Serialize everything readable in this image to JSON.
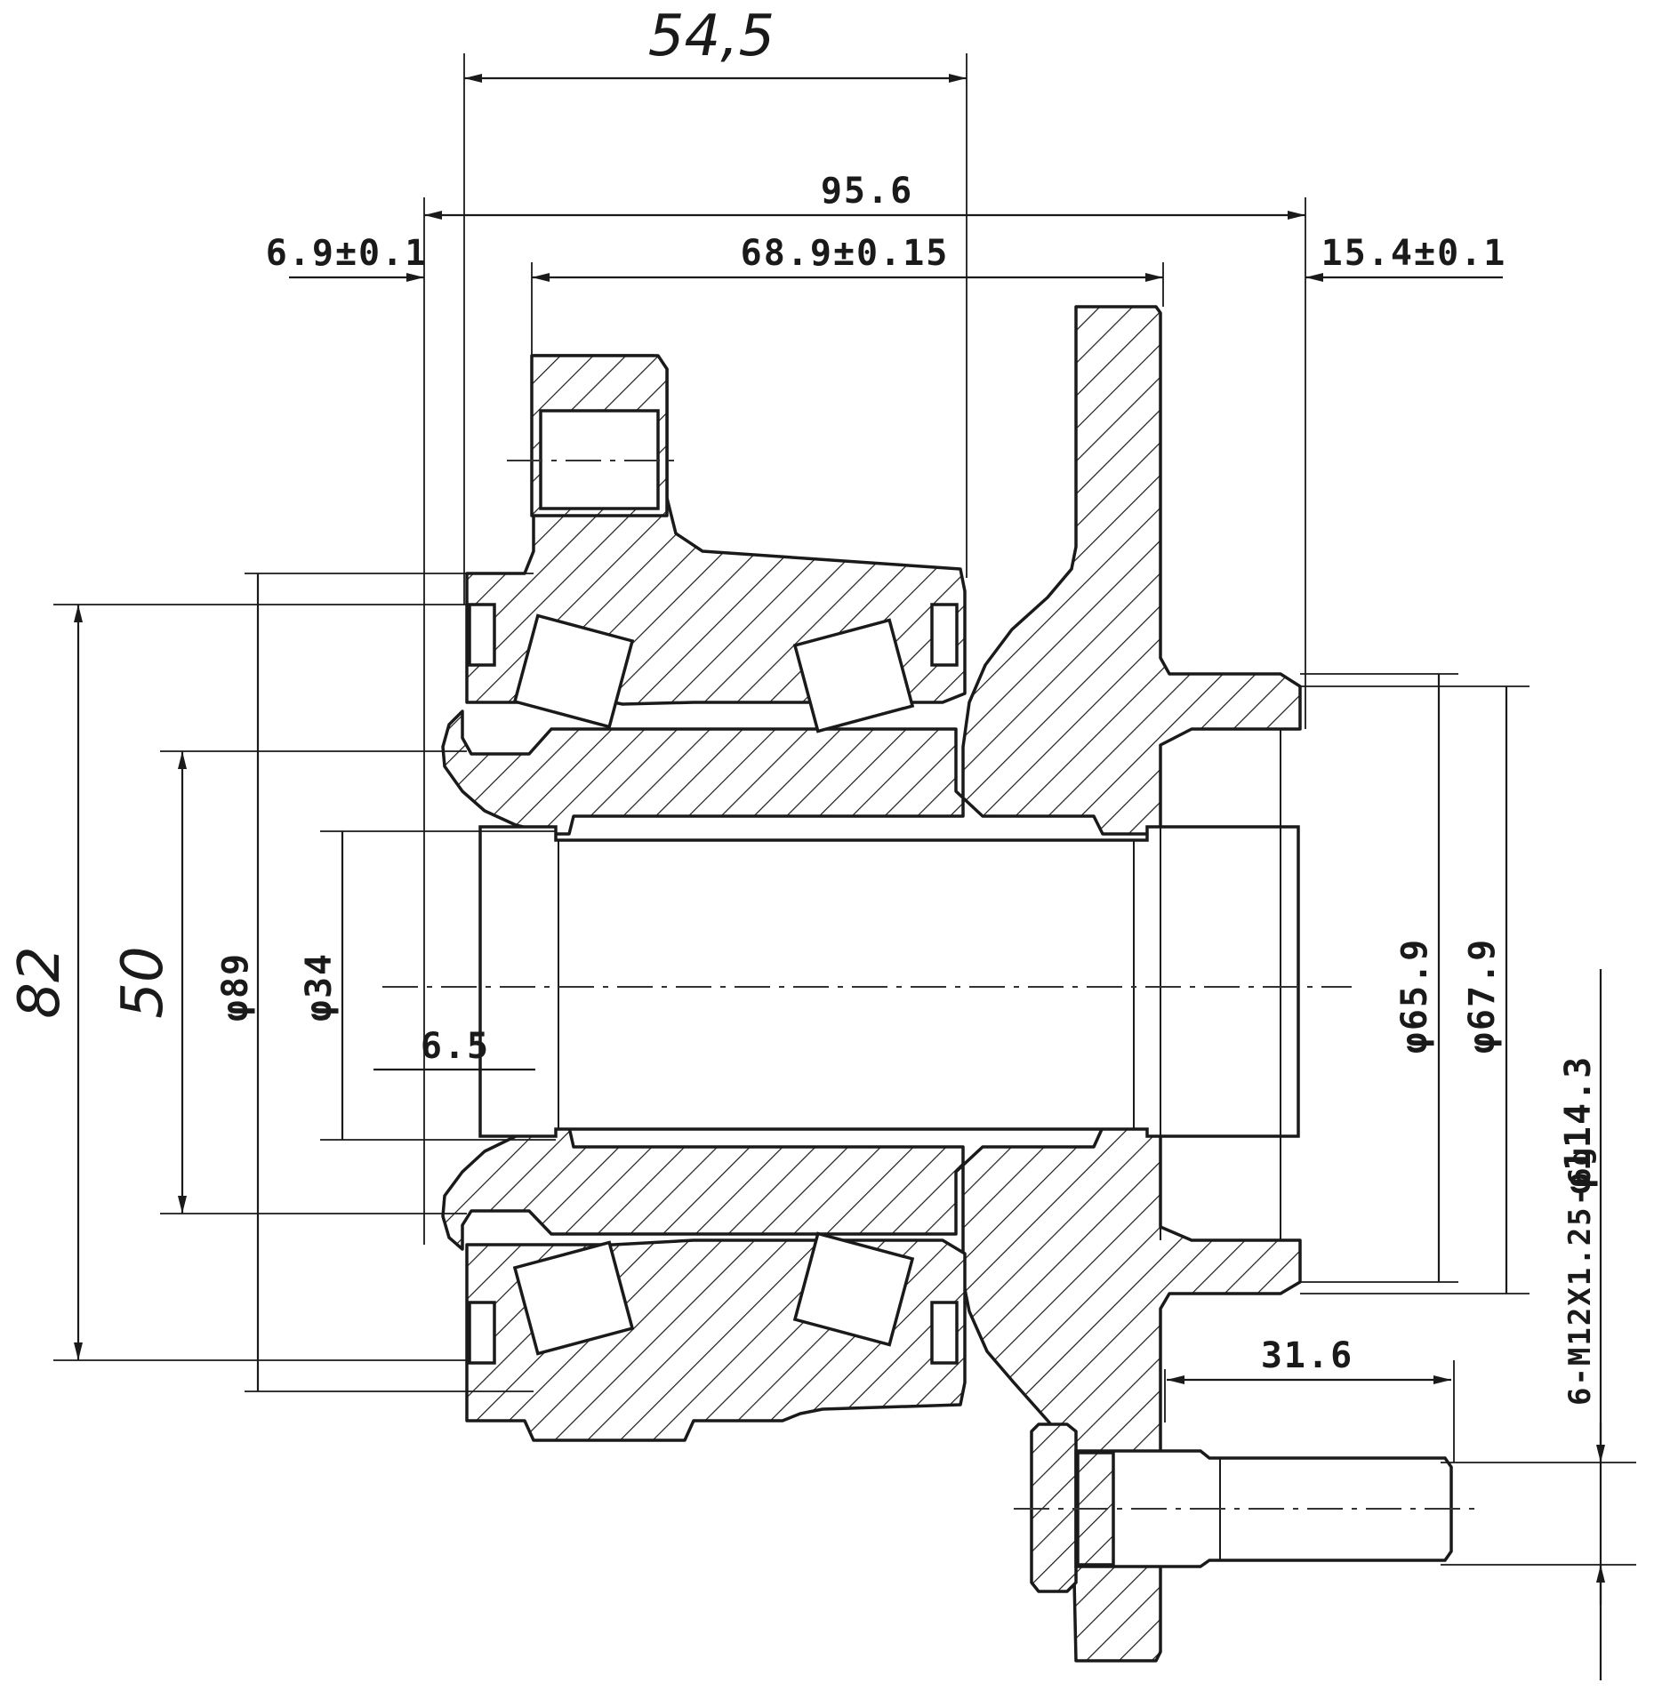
{
  "dimensions": {
    "d_54_5": "54,5",
    "d_95_6": "95.6",
    "d_6_9": "6.9±0.1",
    "d_68_9": "68.9±0.15",
    "d_15_4": "15.4±0.1",
    "d_82": "82",
    "d_50": "50",
    "d_phi89": "φ89",
    "d_phi34": "φ34",
    "d_6_5": "6.5",
    "d_phi65_9": "φ65.9",
    "d_phi67_9": "φ67.9",
    "d_phi114_3": "φ114.3",
    "d_thread": "6-M12X1.25-6g",
    "d_31_6": "31.6"
  }
}
